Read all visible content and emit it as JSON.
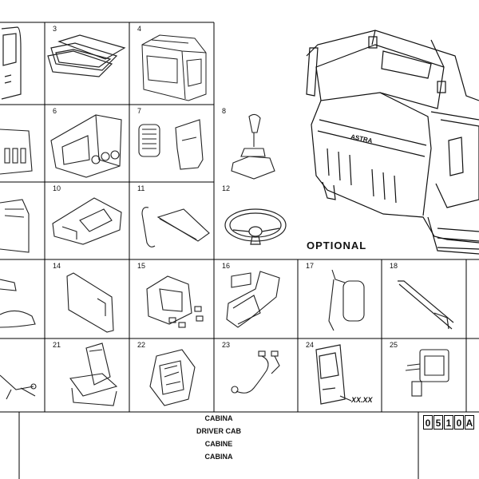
{
  "parts": [
    {
      "num": "3"
    },
    {
      "num": "4"
    },
    {
      "num": "6"
    },
    {
      "num": "7"
    },
    {
      "num": "8"
    },
    {
      "num": "10"
    },
    {
      "num": "11"
    },
    {
      "num": "12"
    },
    {
      "num": "14"
    },
    {
      "num": "15"
    },
    {
      "num": "16"
    },
    {
      "num": "17"
    },
    {
      "num": "18"
    },
    {
      "num": "21"
    },
    {
      "num": "22"
    },
    {
      "num": "23"
    },
    {
      "num": "24"
    },
    {
      "num": "25"
    }
  ],
  "optional_label": "OPTIONAL",
  "door_code": "XX.XX",
  "truck_brand": "ASTRA",
  "titles": [
    "CABINA",
    "DRIVER CAB",
    "CABINE",
    "CABINA"
  ],
  "code_digits": [
    "0",
    "5",
    "1",
    "0",
    "A"
  ]
}
